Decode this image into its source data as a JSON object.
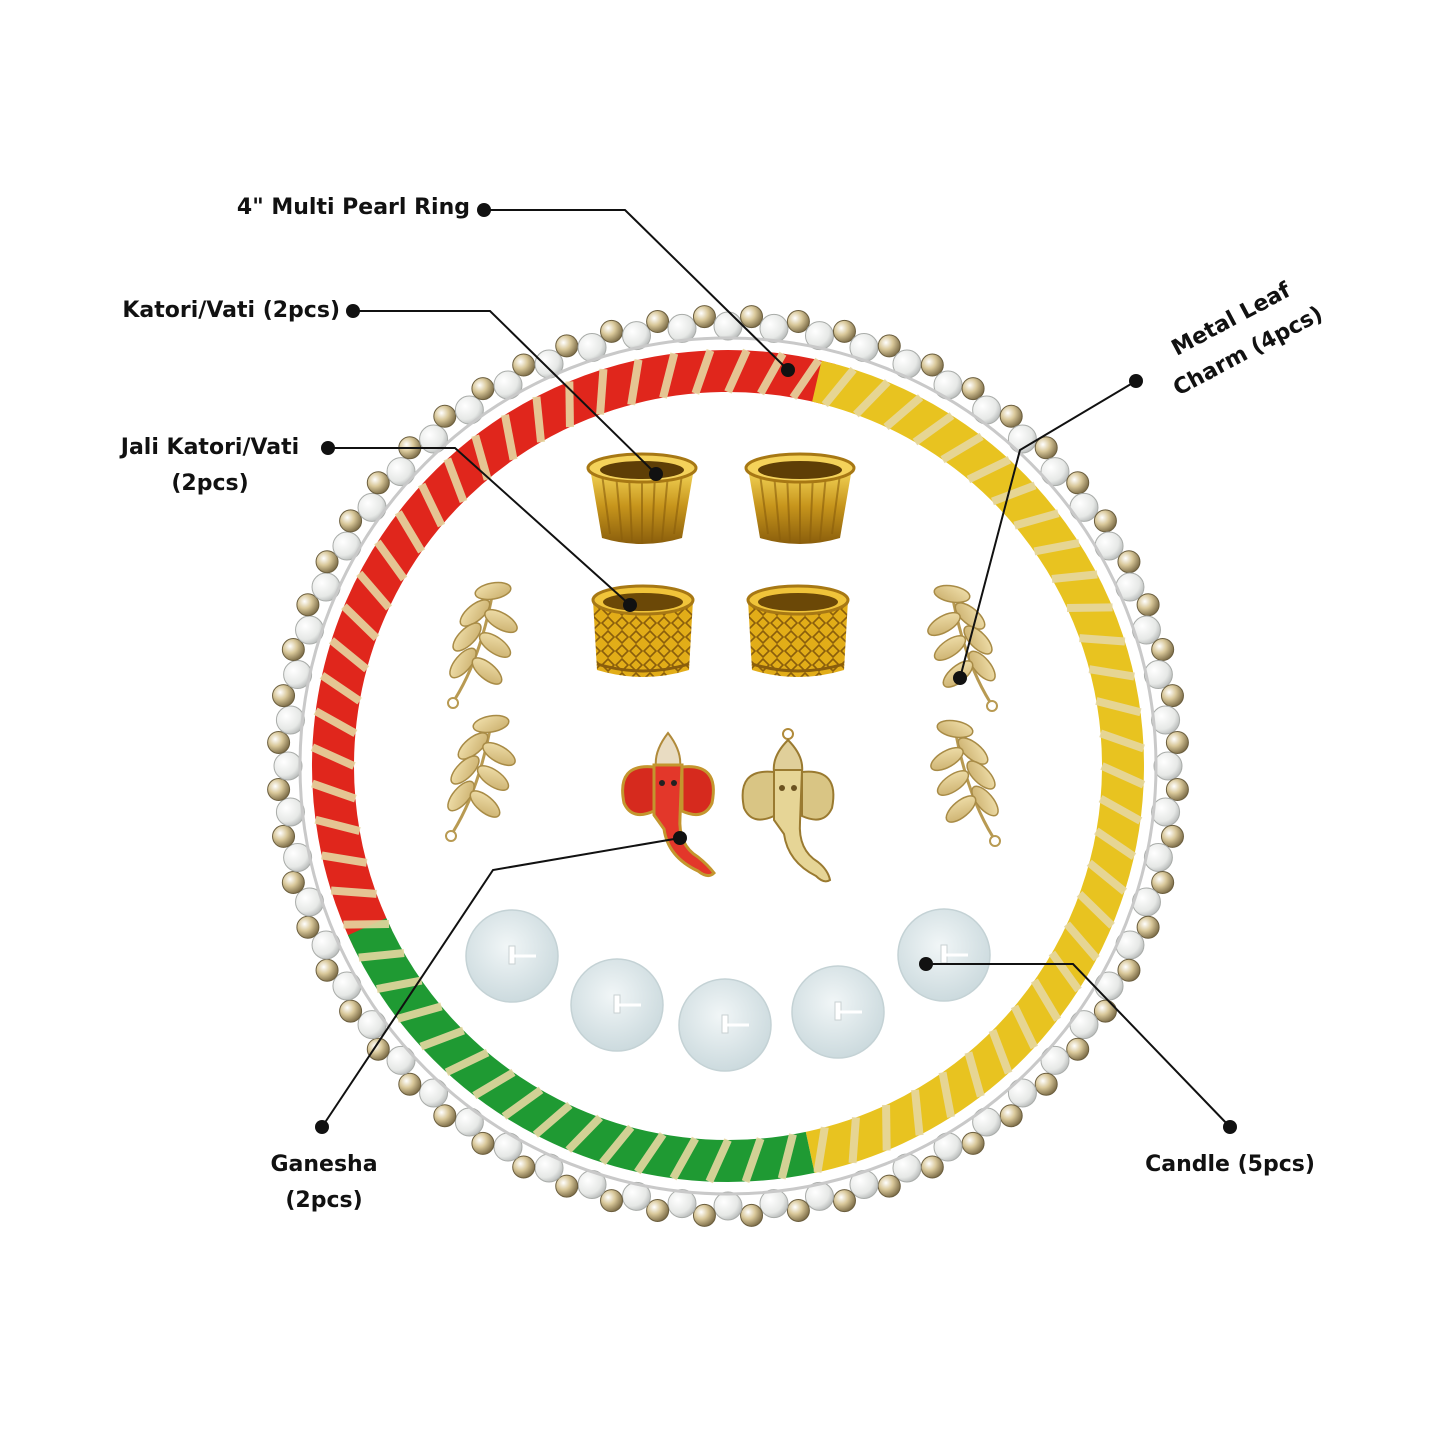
{
  "labels": {
    "pearl_ring": "4\" Multi Pearl Ring",
    "katori": "Katori/Vati (2pcs)",
    "jali_katori_1": "Jali Katori/Vati",
    "jali_katori_2": "(2pcs)",
    "leaf_charm_1": "Metal Leaf",
    "leaf_charm_2": "Charm (4pcs)",
    "ganesha_1": "Ganesha",
    "ganesha_2": "(2pcs)",
    "candle": "Candle (5pcs)"
  },
  "colors": {
    "red_thread": "#e0261c",
    "yellow_thread": "#e8c320",
    "green_thread": "#1f9a33",
    "gold": "#d4a72c",
    "pearl": "#f2f2ee",
    "candle": "#dfe8ea",
    "ink": "#111111"
  }
}
